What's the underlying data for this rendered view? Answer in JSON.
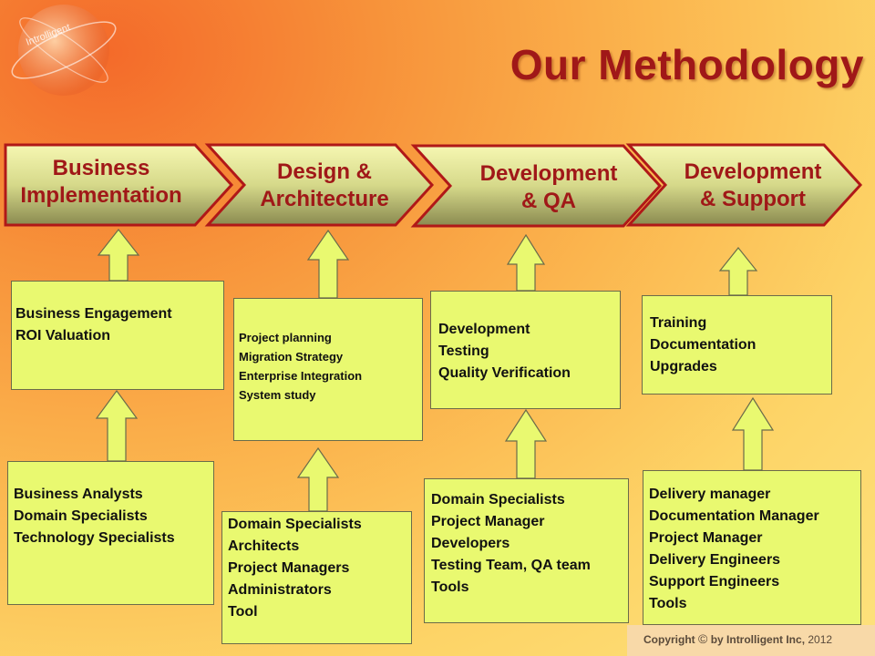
{
  "title": "Our Methodology",
  "logo": {
    "text": "Introlligent"
  },
  "stages": [
    {
      "label_l1": "Business",
      "label_l2": "Implementation"
    },
    {
      "label_l1": "Design &",
      "label_l2": "Architecture"
    },
    {
      "label_l1": "Development",
      "label_l2": "& QA"
    },
    {
      "label_l1": "Development",
      "label_l2": "& Support"
    }
  ],
  "activities": [
    {
      "items": [
        "Business Engagement",
        "ROI Valuation"
      ]
    },
    {
      "items": [
        "Project  planning",
        "Migration  Strategy",
        "Enterprise  Integration",
        "System  study"
      ]
    },
    {
      "items": [
        "Development",
        "Testing",
        "Quality Verification"
      ]
    },
    {
      "items": [
        "Training",
        "Documentation",
        "Upgrades"
      ]
    }
  ],
  "resources": [
    {
      "items": [
        "Business Analysts",
        "Domain Specialists",
        "Technology Specialists"
      ]
    },
    {
      "items": [
        "Domain Specialists",
        "Architects",
        "Project Managers",
        "Administrators",
        "Tool"
      ]
    },
    {
      "items": [
        "Domain Specialists",
        "Project Manager",
        "Developers",
        "Testing Team, QA team",
        "Tools"
      ]
    },
    {
      "items": [
        "Delivery manager",
        "Documentation Manager",
        "Project Manager",
        "Delivery Engineers",
        "Support Engineers",
        "Tools"
      ]
    }
  ],
  "footer": {
    "prefix": "Copyright",
    "symbol": "©",
    "text": "by Introlligent Inc,",
    "year": "2012"
  },
  "icons": [
    "globe-logo-icon",
    "copyright-icon",
    "up-arrow-icon"
  ],
  "colors": {
    "title": "#a01818",
    "box_fill": "#e9f970",
    "chevron_light": "#f4f5a8",
    "chevron_dark": "#8a8a50",
    "chevron_border": "#b01818"
  }
}
